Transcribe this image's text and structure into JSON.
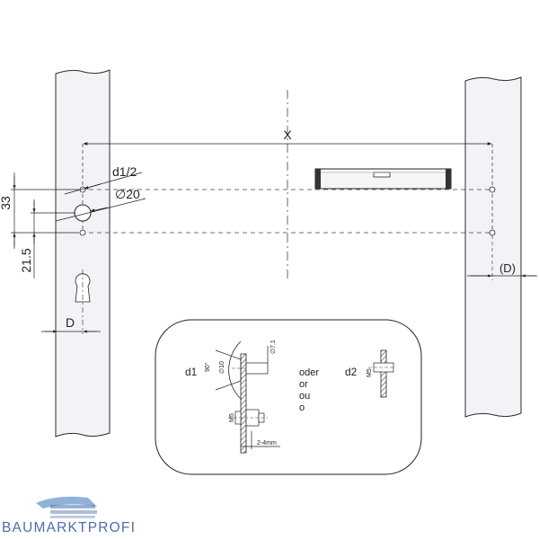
{
  "labels": {
    "x": "X",
    "d12": "d1/2",
    "dia20": "∅20",
    "dim33": "33",
    "dim215": "21.5",
    "d": "D",
    "dparen": "(D)"
  },
  "detail": {
    "d1": "d1",
    "d2": "d2",
    "angle": "90°",
    "dia10": "∅10",
    "dia71": "∅7.1",
    "m5a": "M5",
    "m5b": "M5",
    "gap": "2-4mm",
    "alt1": "oder",
    "alt2": "or",
    "alt3": "ou",
    "alt4": "o"
  },
  "brand": {
    "name": "BAUMARKTPROFI",
    "colors": {
      "blue": "#4a6fa8",
      "light": "#8fb2d8"
    }
  },
  "colors": {
    "panel": "#f2f3f6",
    "stroke": "#2b2b2b"
  }
}
